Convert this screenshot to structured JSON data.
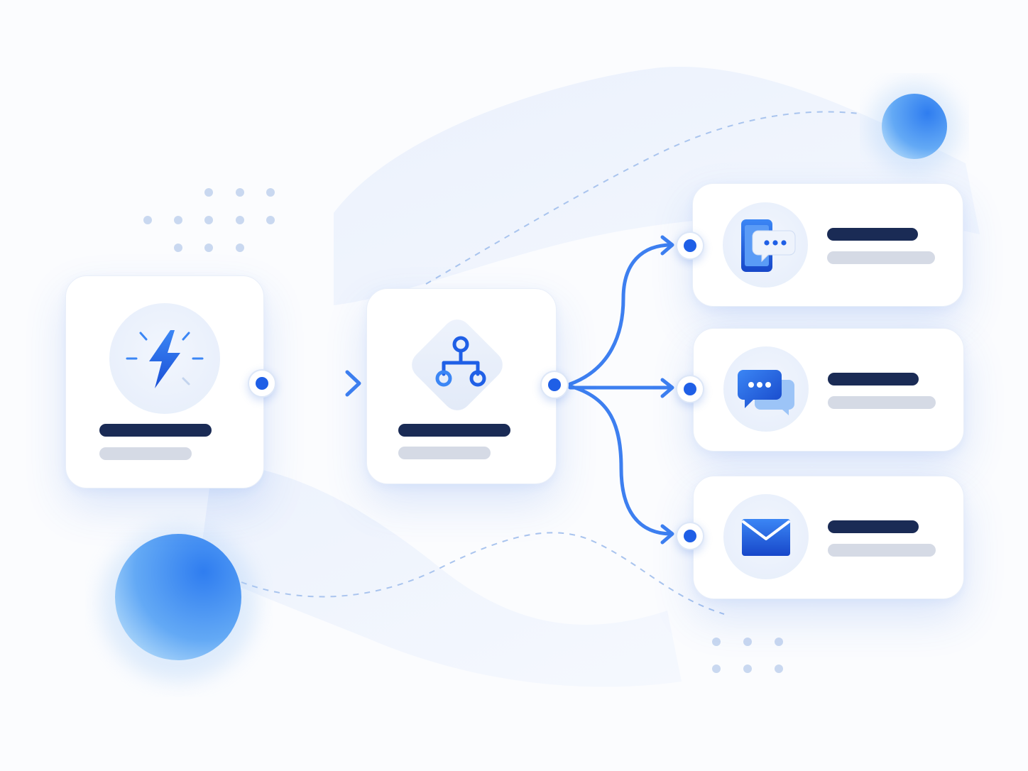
{
  "diagram": {
    "nodes": [
      {
        "id": "trigger",
        "icon": "lightning-bolt-icon"
      },
      {
        "id": "router",
        "icon": "branch-workflow-icon"
      },
      {
        "id": "sms",
        "icon": "smartphone-message-icon"
      },
      {
        "id": "chat",
        "icon": "chat-bubbles-icon"
      },
      {
        "id": "email",
        "icon": "envelope-icon"
      }
    ],
    "edges": [
      {
        "from": "trigger",
        "to": "router"
      },
      {
        "from": "router",
        "to": "sms"
      },
      {
        "from": "router",
        "to": "chat"
      },
      {
        "from": "router",
        "to": "email"
      }
    ]
  },
  "colors": {
    "accent": "#1f5fe6",
    "accent_light": "#5ea2f5",
    "title_bar": "#1a2b55",
    "subtitle_bar": "#d5dae5",
    "card": "#ffffff",
    "background": "#fbfcfe"
  }
}
